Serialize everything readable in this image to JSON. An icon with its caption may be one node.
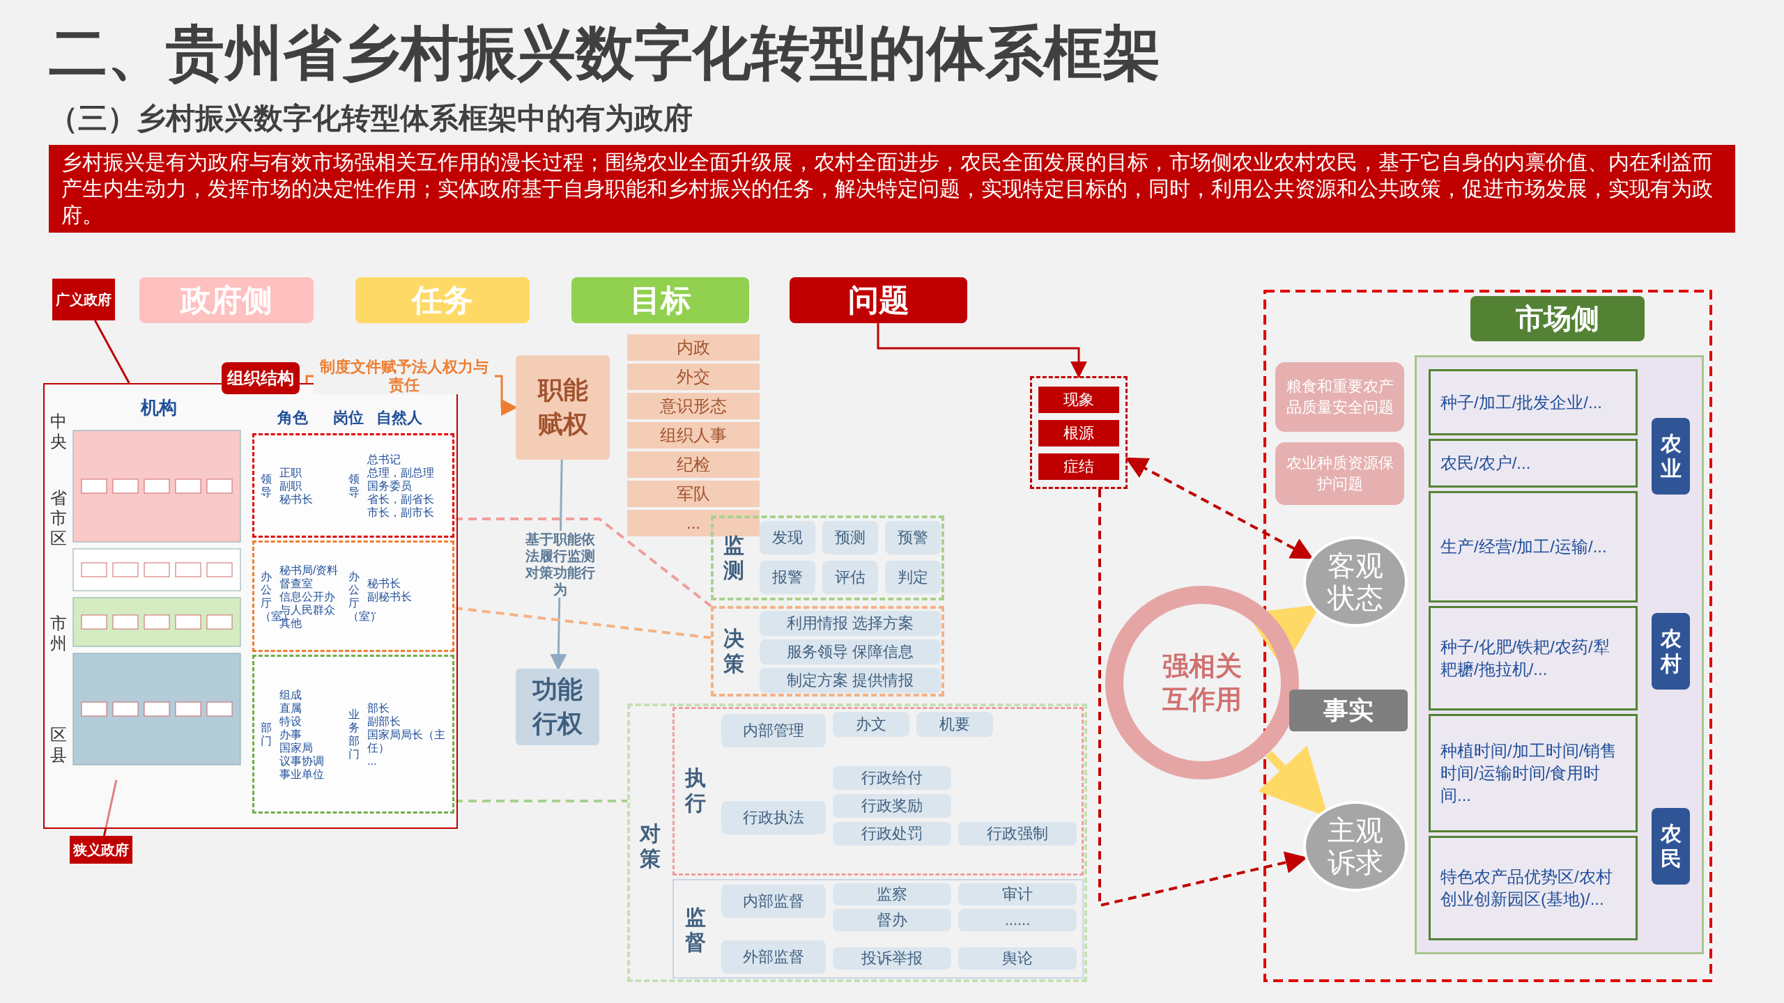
{
  "diagram": {
    "title": "二、贵州省乡村振兴数字化转型的体系框架",
    "nodes": [
      {
        "text": [
          "政府侧"
        ]
      },
      {
        "text": [
          "任务"
        ]
      },
      {
        "text": [
          "目标"
        ]
      },
      {
        "text": [
          "问题"
        ]
      },
      {
        "text": [
          "广义政府"
        ]
      },
      {
        "text": [
          "组织结构"
        ]
      },
      {
        "text": [
          "机构"
        ],
        "in": 5
      },
      {
        "text": [
          "领导",
          "正职",
          "副职",
          "秘书长",
          "领导",
          "总书记",
          "总理，副总理",
          "国务委员",
          "省长，副省长",
          "市长，副市长"
        ],
        "in": 5
      },
      {
        "text": [
          "办公厅（室）",
          "秘书局/资料",
          "督查室",
          "信息公开办",
          "与人民群众",
          "其他",
          "办公厅（室）",
          "秘书长",
          "副秘书长",
          "..."
        ],
        "in": 5
      },
      {
        "text": [
          "部门",
          "组成",
          "直属",
          "特设",
          "办事",
          "国家局",
          "议事协调",
          "事业单位",
          "业务部门",
          "部长",
          "副部长",
          "国家局局长（主任）",
          "..."
        ],
        "in": 5
      },
      {
        "text": [
          "狭义政府"
        ]
      },
      {
        "text": [
          "职能赋权"
        ]
      },
      {
        "text": [
          "内政"
        ]
      },
      {
        "text": [
          "外交"
        ]
      },
      {
        "text": [
          "意识形态"
        ]
      },
      {
        "text": [
          "组织人事"
        ]
      },
      {
        "text": [
          "纪检"
        ]
      },
      {
        "text": [
          "军队"
        ]
      },
      {
        "text": [
          "..."
        ]
      },
      {
        "text": [
          "功能行权"
        ]
      },
      {
        "text": [
          "监测"
        ]
      },
      {
        "text": [
          "发现"
        ],
        "in": 20
      },
      {
        "text": [
          "预测"
        ],
        "in": 20
      },
      {
        "text": [
          "预警"
        ],
        "in": 20
      },
      {
        "text": [
          "报警"
        ],
        "in": 20
      },
      {
        "text": [
          "评估"
        ],
        "in": 20
      },
      {
        "text": [
          "判定"
        ],
        "in": 20
      },
      {
        "text": [
          "决策"
        ]
      },
      {
        "text": [
          "利用情报 选择方案"
        ],
        "in": 27
      },
      {
        "text": [
          "服务领导 保障信息"
        ],
        "in": 27
      },
      {
        "text": [
          "制定方案 提供情报"
        ],
        "in": 27
      },
      {
        "text": [
          "对策"
        ]
      },
      {
        "text": [
          "执行"
        ],
        "in": 31
      },
      {
        "text": [
          "内部管理"
        ],
        "in": 32
      },
      {
        "text": [
          "办文"
        ],
        "in": 32
      },
      {
        "text": [
          "机要"
        ],
        "in": 32
      },
      {
        "text": [
          "行政执法"
        ],
        "in": 32
      },
      {
        "text": [
          "行政给付"
        ],
        "in": 32
      },
      {
        "text": [
          "行政奖励"
        ],
        "in": 32
      },
      {
        "text": [
          "行政处罚"
        ],
        "in": 32
      },
      {
        "text": [
          "行政强制"
        ],
        "in": 32
      },
      {
        "text": [
          "监督"
        ],
        "in": 31
      },
      {
        "text": [
          "内部监督"
        ],
        "in": 41
      },
      {
        "text": [
          "监察"
        ],
        "in": 41
      },
      {
        "text": [
          "审计"
        ],
        "in": 41
      },
      {
        "text": [
          "督办"
        ],
        "in": 41
      },
      {
        "text": [
          "......"
        ],
        "in": 41
      },
      {
        "text": [
          "外部监督"
        ],
        "in": 41
      },
      {
        "text": [
          "投诉举报"
        ],
        "in": 41
      },
      {
        "text": [
          "舆论"
        ],
        "in": 41
      },
      {
        "text": [],
        "shape": "box"
      },
      {
        "text": [
          "现象"
        ],
        "in": 50
      },
      {
        "text": [
          "根源"
        ],
        "in": 50
      },
      {
        "text": [
          "症结"
        ],
        "in": 50
      },
      {
        "text": [
          "强相关互作用"
        ]
      },
      {
        "text": [
          "客观状态"
        ]
      },
      {
        "text": [
          "事实"
        ]
      },
      {
        "text": [
          "主观诉求"
        ]
      },
      {
        "text": [
          "粮食和重要农产品质量安全问题"
        ]
      },
      {
        "text": [
          "农业种质资源保护问题"
        ]
      },
      {
        "text": [
          "市场侧"
        ]
      },
      {
        "text": [
          "种子/加工/批发企业/..."
        ],
        "in": 60
      },
      {
        "text": [
          "农民/农户/..."
        ],
        "in": 60
      },
      {
        "text": [
          "生产/经营/加工/运输/..."
        ],
        "in": 60
      },
      {
        "text": [
          "种子/化肥/铁耙/农药/犁耙耱/拖拉机/..."
        ],
        "in": 60
      },
      {
        "text": [
          "种植时间/加工时间/销售时间/运输时间/食用时间..."
        ],
        "in": 60
      },
      {
        "text": [
          "特色农产品优势区/农村创业创新园区(基地)/..."
        ],
        "in": 60
      },
      {
        "text": [
          "农业"
        ],
        "in": 60
      },
      {
        "text": [
          "农村"
        ],
        "in": 60
      },
      {
        "text": [
          "农民"
        ],
        "in": 60
      }
    ],
    "edges": [
      {
        "from": 3,
        "to": 50,
        "arrow": "to",
        "color": "#c00000"
      },
      {
        "from": 50,
        "to": 55,
        "arrow": "both",
        "style": "dashed",
        "color": "#c00000"
      },
      {
        "from": 50,
        "to": 57,
        "arrow": "to",
        "style": "dashed",
        "color": "#c00000"
      },
      {
        "from": 54,
        "to": 55,
        "arrow": "to",
        "style": "thick",
        "color": "#ffd966"
      },
      {
        "from": 54,
        "to": 57,
        "arrow": "to",
        "style": "thick",
        "color": "#ffd966"
      },
      {
        "from": 5,
        "to": 11,
        "arrow": "to",
        "label": "制度文件赋予法人权力与责任",
        "color": "#ed7d31"
      },
      {
        "from": 11,
        "to": 19,
        "arrow": "to",
        "label": "基于职能依法履行监测对策功能行为",
        "color": "#8faac2"
      },
      {
        "from": 4,
        "to": 5,
        "arrow": "none",
        "color": "#c00000"
      },
      {
        "from": 10,
        "to": 6,
        "arrow": "none",
        "color": "#c00000"
      },
      {
        "from": 7,
        "to": 27,
        "arrow": "none",
        "style": "dashed",
        "color": "#f19c9c"
      },
      {
        "from": 8,
        "to": 27,
        "arrow": "none",
        "style": "dashed",
        "color": "#f4b183"
      },
      {
        "from": 9,
        "to": 31,
        "arrow": "none",
        "style": "dashed",
        "color": "#a9d18e"
      }
    ],
    "labels": [
      "（三）乡村振兴数字化转型体系框架中的有为政府",
      "乡村振兴是有为政府与有效市场强相关互作用的漫长过程；围绕农业全面升级展，农村全面进步，农民全面发展的目标，市场侧农业农村农民，基于它自身的内禀价值、内在利益而产生内生动力，发挥市场的决定性作用；实体政府基于自身职能和乡村振兴的任务，解决特定问题，实现特定目标的，同时，利用公共资源和公共政策，促进市场发展，实现有为政府。",
      "中央",
      "省市区",
      "市州",
      "区县",
      "角色",
      "岗位",
      "自然人"
    ]
  }
}
